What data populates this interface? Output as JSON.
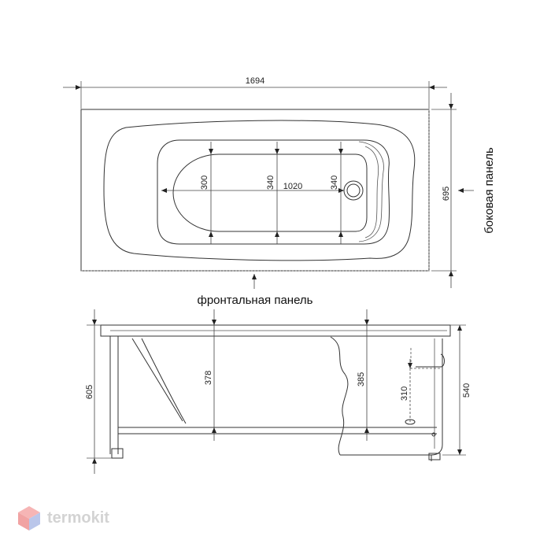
{
  "top_view": {
    "overall_length": "1694",
    "overall_width": "695",
    "bowl_length": "1020",
    "width_near_head": "300",
    "width_middle": "340",
    "width_near_drain": "340"
  },
  "side_view": {
    "height_total": "605",
    "depth_left": "378",
    "depth_right": "385",
    "drain_height": "310",
    "side_height": "540"
  },
  "labels": {
    "front_panel": "фронтальная панель",
    "side_panel": "боковая панель"
  },
  "watermark": {
    "text": "termokit",
    "colors": [
      "#f4a3a3",
      "#a9b9e6",
      "#c9c9c9"
    ]
  }
}
